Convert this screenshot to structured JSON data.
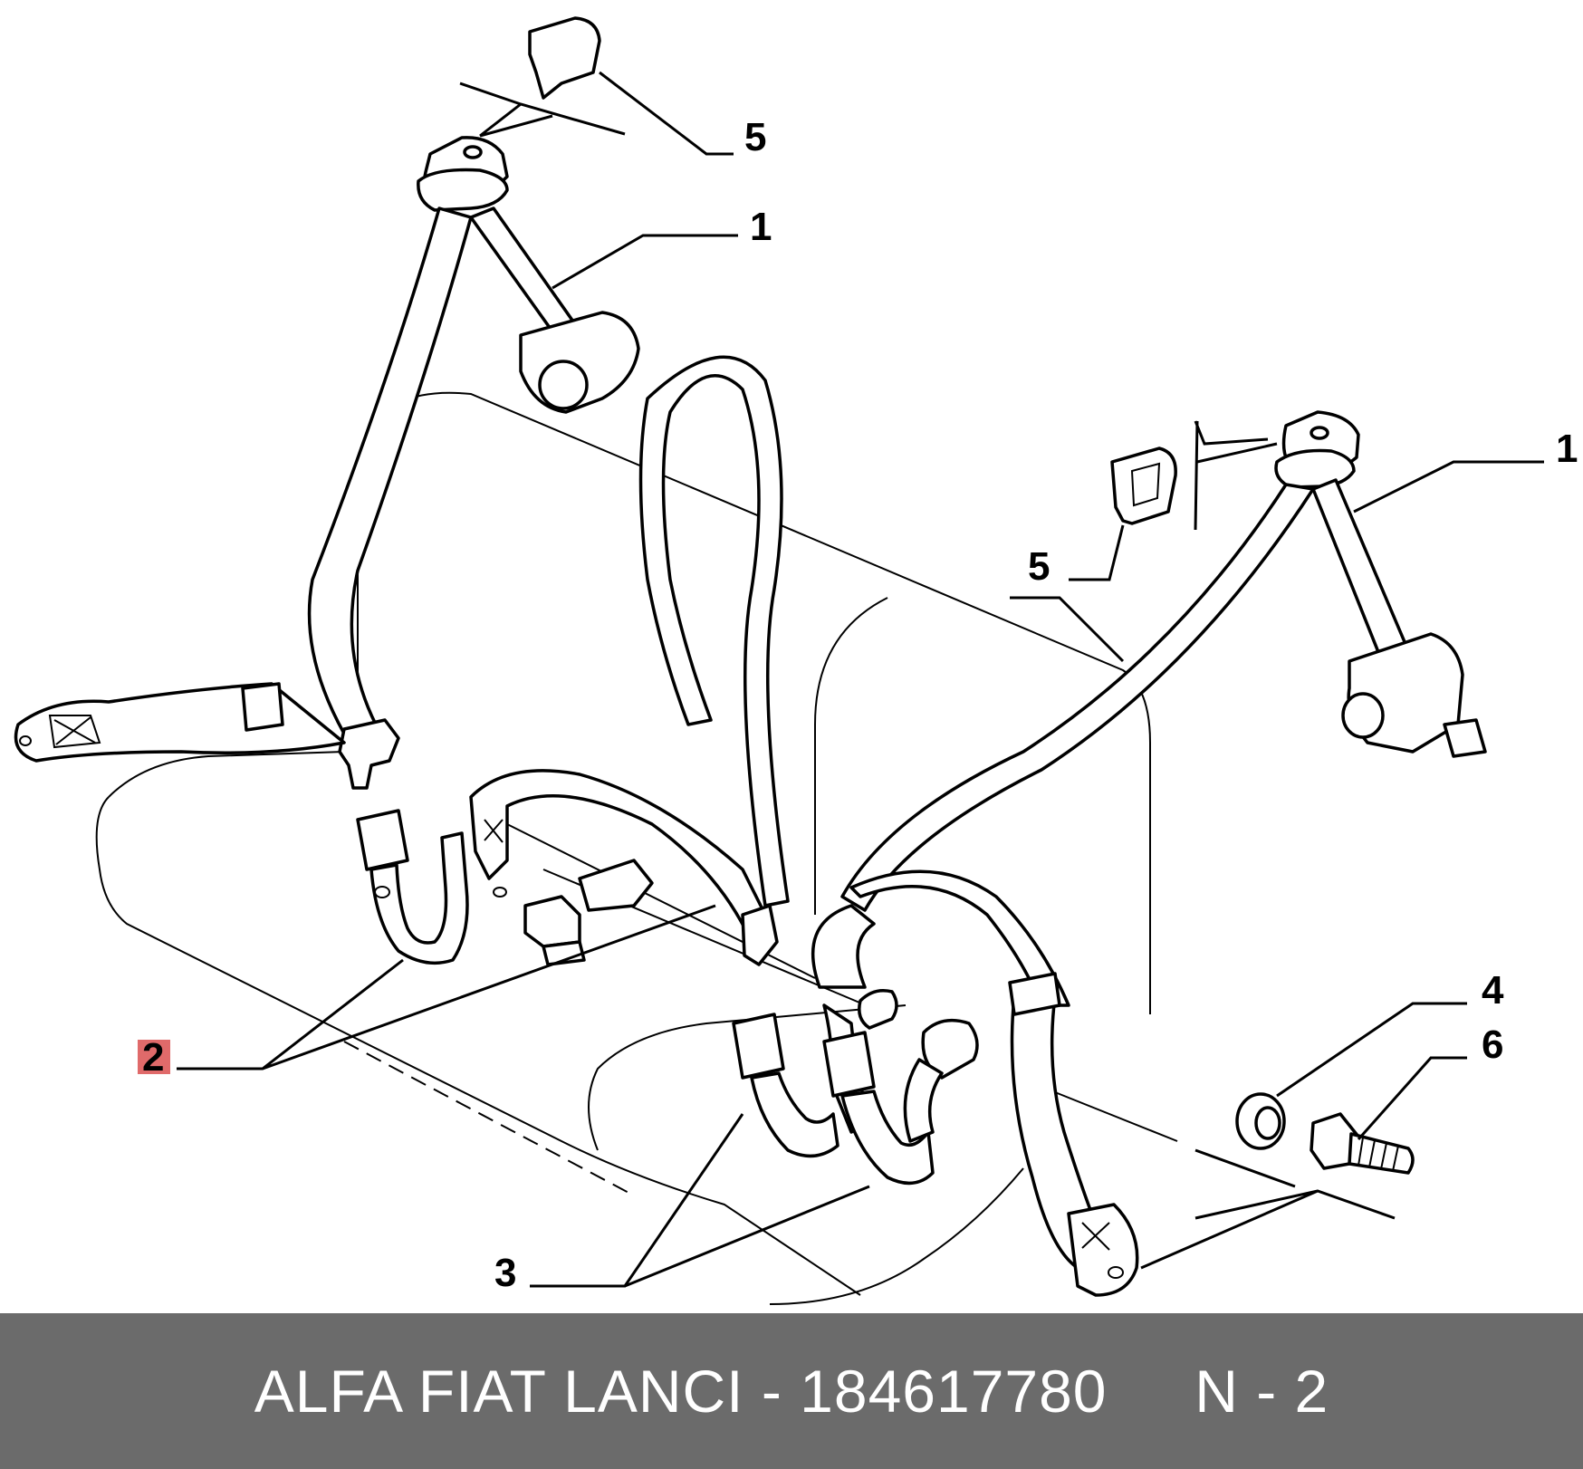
{
  "callouts": {
    "c5_top": "5",
    "c1_left": "1",
    "c1_right": "1",
    "c5_mid": "5",
    "c4": "4",
    "c6": "6",
    "c2": "2",
    "c3": "3"
  },
  "highlight_color": "#e06a6a",
  "footer": {
    "text": "ALFA FIAT LANCI - 184617780     N - 2",
    "background": "#6b6b6b",
    "color": "#ffffff"
  }
}
